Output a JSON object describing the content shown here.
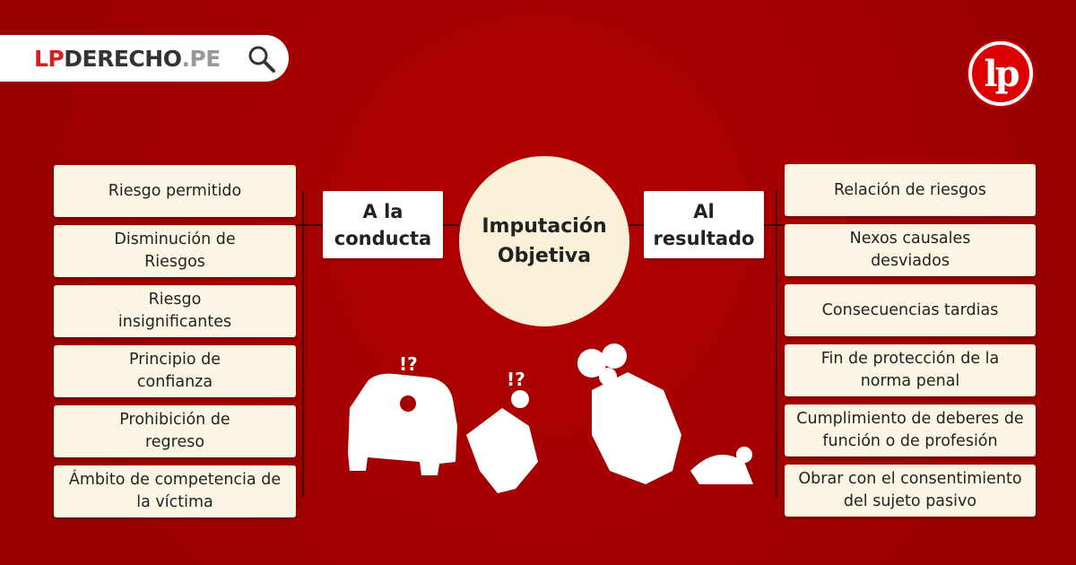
{
  "brand": {
    "lp": "LP",
    "derecho": "DERECHO",
    "pe": ".PE",
    "logo": "lp"
  },
  "center": {
    "title": "Imputación Objetiva"
  },
  "left": {
    "heading": "A la conducta",
    "items": [
      "Riesgo permitido",
      "Disminución de Riesgos",
      "Riesgo insignificantes",
      "Principio de confianza",
      "Prohibición de regreso",
      "Ámbito de competencia de la víctima"
    ]
  },
  "right": {
    "heading": "Al resultado",
    "items": [
      "Relación de riesgos",
      "Nexos causales desviados",
      "Consecuencias tardias",
      "Fin de protección de la norma penal",
      "Cumplimiento de deberes de función o de profesión",
      "Obrar con el consentimiento del sujeto pasivo"
    ]
  },
  "illustration": {
    "marks": [
      "!?",
      "!?"
    ]
  },
  "colors": {
    "background": "#a80000",
    "box": "#fbf5e4"
  }
}
